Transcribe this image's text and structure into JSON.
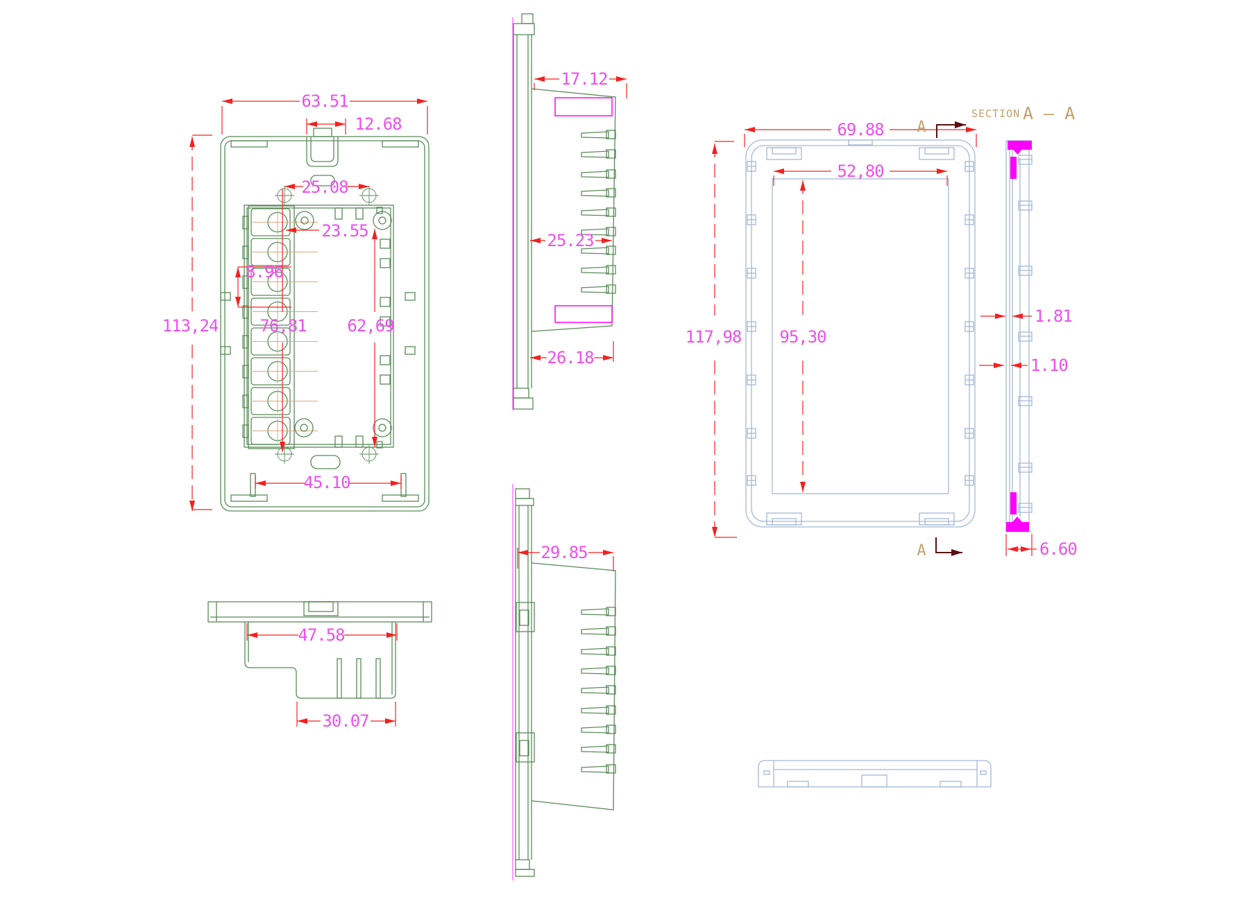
{
  "page": {
    "description": "CAD multi-view dimensioned drawing of a wall-mount switch enclosure (back plate, switch body side profiles, front frame and section A-A)"
  },
  "colors": {
    "green": "#578a57",
    "blue": "#a3b8d4",
    "red": "#f52020",
    "dimtext": "#ee4fee",
    "magenta": "#ff00ff",
    "tan": "#d9a87c",
    "sectiontext": "#c2a06c",
    "darkred": "#5a0f0f",
    "bg": "#ffffff"
  },
  "section": {
    "marker": "A",
    "label_prefix": "SECTION",
    "label_designator": "A — A"
  },
  "views": {
    "back_plate_front": {
      "title": "back plate - front view",
      "dims": {
        "overall_width": "63.51",
        "tab_width": "12.68",
        "top_screw_span": "25.08",
        "boss_span": "23.55",
        "terminal_pitch": "8.96",
        "overall_height": "113,24",
        "screw_column_height": "76,81",
        "boss_column_height": "62,69",
        "bottom_foot_span": "45.10"
      }
    },
    "back_plate_side": {
      "title": "back plate - side view",
      "dims": {
        "rib_span": "47.58",
        "bulge_width": "30.07"
      }
    },
    "switch_body_side_a": {
      "title": "switch body - side profile (upper)",
      "dims": {
        "front_depth": "17.12",
        "mid_depth": "25.23",
        "base_depth": "26.18"
      }
    },
    "switch_body_side_b": {
      "title": "switch body - side profile (lower)",
      "dims": {
        "overall_depth": "29.85"
      }
    },
    "front_frame": {
      "title": "front frame - rear view",
      "dims": {
        "overall_width": "69.88",
        "window_width": "52,80",
        "overall_height": "117,98",
        "window_height": "95,30"
      }
    },
    "section_aa": {
      "title": "section A-A profile",
      "dims": {
        "outer_wall": "1.81",
        "inner_wall": "1.10",
        "rim_depth": "6.60"
      }
    },
    "frame_top": {
      "title": "front frame - top view"
    }
  }
}
